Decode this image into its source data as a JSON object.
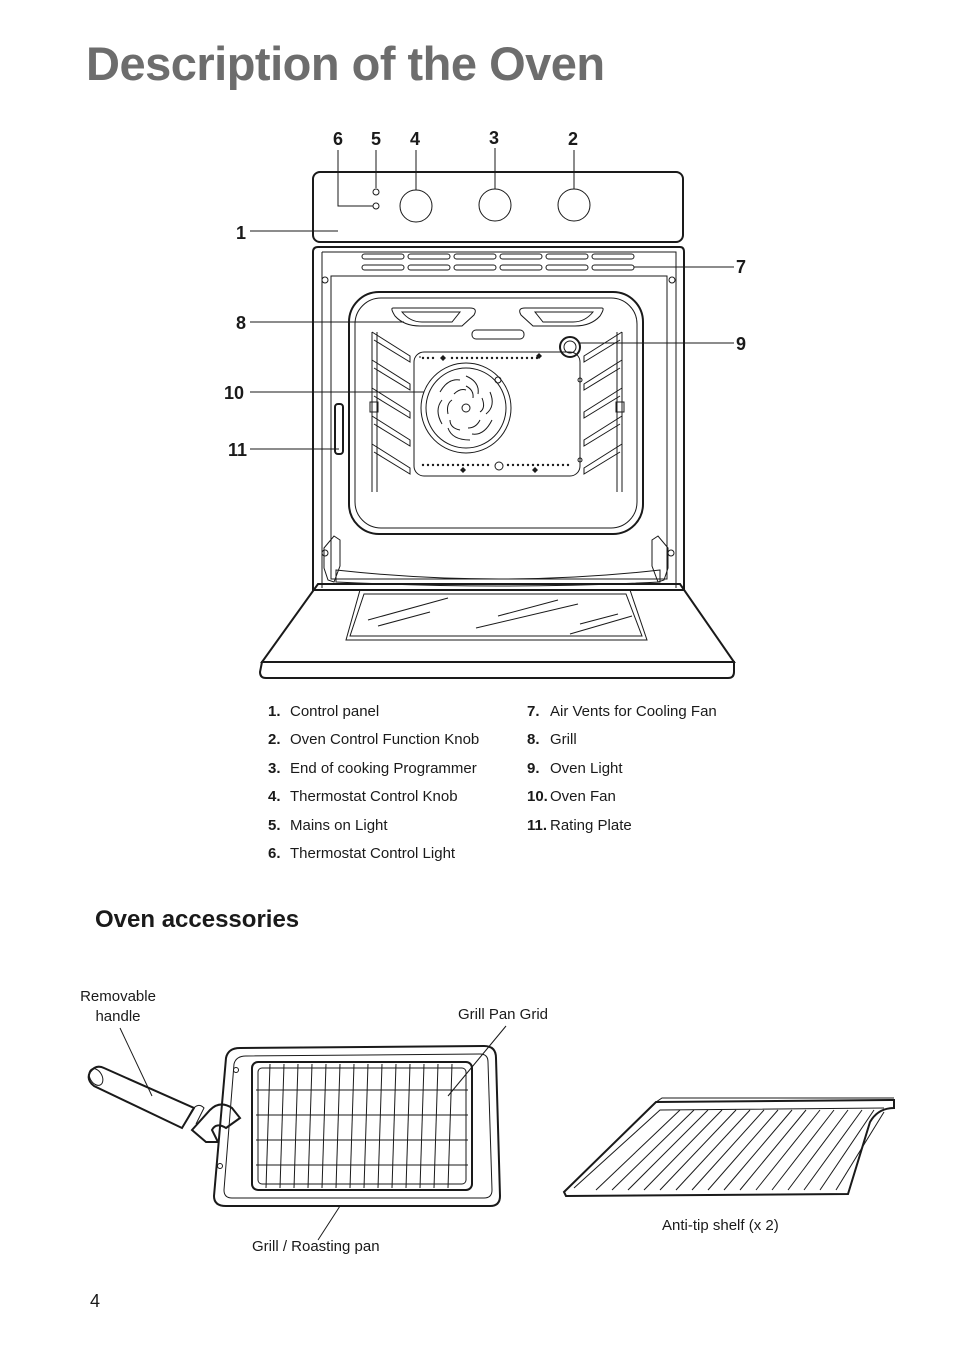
{
  "title": "Description of the Oven",
  "callouts": [
    "1",
    "2",
    "3",
    "4",
    "5",
    "6",
    "7",
    "8",
    "9",
    "10",
    "11"
  ],
  "parts_left": [
    {
      "num": "1.",
      "label": "Control panel"
    },
    {
      "num": "2.",
      "label": "Oven Control Function Knob"
    },
    {
      "num": "3.",
      "label": "End of cooking Programmer"
    },
    {
      "num": "4.",
      "label": "Thermostat Control Knob"
    },
    {
      "num": "5.",
      "label": "Mains on Light"
    },
    {
      "num": "6.",
      "label": "Thermostat Control Light"
    }
  ],
  "parts_right": [
    {
      "num": "7.",
      "label": "Air Vents for Cooling Fan"
    },
    {
      "num": "8.",
      "label": "Grill"
    },
    {
      "num": "9.",
      "label": "Oven Light"
    },
    {
      "num": "10.",
      "label": "Oven Fan"
    },
    {
      "num": "11.",
      "label": "Rating Plate"
    }
  ],
  "accessories": {
    "title": "Oven accessories",
    "handle_label_line1": "Removable",
    "handle_label_line2": "handle",
    "grid_label": "Grill Pan Grid",
    "pan_label": "Grill / Roasting pan",
    "shelf_label": "Anti-tip shelf (x 2)"
  },
  "page_number": "4"
}
